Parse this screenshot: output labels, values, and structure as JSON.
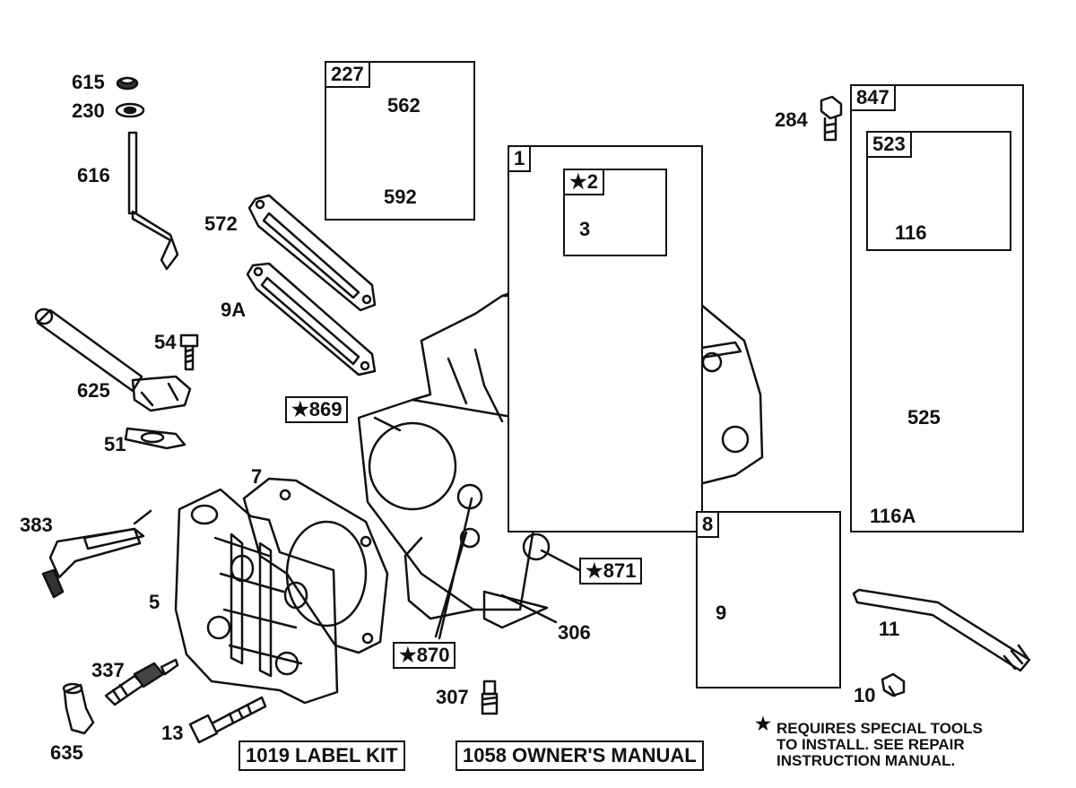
{
  "labels": {
    "p615": "615",
    "p230": "230",
    "p616": "616",
    "p572": "572",
    "p9a": "9A",
    "p54": "54",
    "p625": "625",
    "p51": "51",
    "p383": "383",
    "p7": "7",
    "p5": "5",
    "p337": "337",
    "p635": "635",
    "p13": "13",
    "p307": "307",
    "p306": "306",
    "p227": "227",
    "p562": "562",
    "p592": "592",
    "p1": "1",
    "p2": "★2",
    "p3": "3",
    "p869": "★869",
    "p871": "★871",
    "p870": "★870",
    "p284": "284",
    "p847": "847",
    "p523": "523",
    "p116": "116",
    "p525": "525",
    "p116a": "116A",
    "p8": "8",
    "p9": "9",
    "p11": "11",
    "p10": "10"
  },
  "kits": {
    "label_kit": "1019 LABEL KIT",
    "owners_manual": "1058 OWNER'S MANUAL"
  },
  "note": {
    "star": "★",
    "line1": "REQUIRES SPECIAL TOOLS",
    "line2": "TO INSTALL.  SEE REPAIR",
    "line3": "INSTRUCTION MANUAL."
  }
}
